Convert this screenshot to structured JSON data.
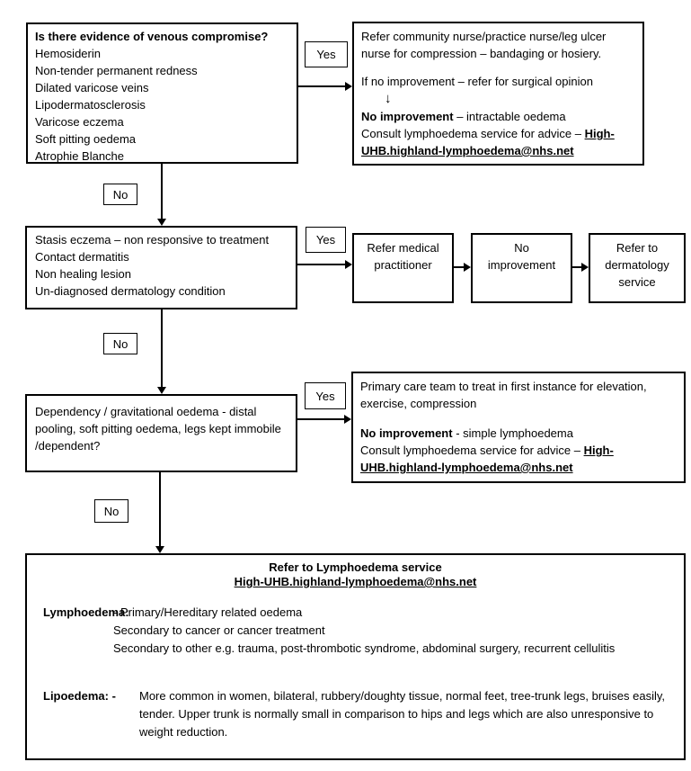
{
  "page": {
    "background": "#ffffff",
    "line_color": "#000000",
    "text_color": "#000000"
  },
  "flowchart": {
    "venous": {
      "title": "Is there evidence of venous compromise?",
      "items": [
        "Hemosiderin",
        "Non-tender permanent redness",
        "Dilated varicose veins",
        "Lipodermatosclerosis",
        "Varicose eczema",
        "Soft pitting oedema",
        "Atrophie Blanche"
      ]
    },
    "labels": {
      "yes1": "Yes",
      "no1": "No",
      "yes2": "Yes",
      "no2": "No",
      "yes3": "Yes",
      "no3": "No"
    },
    "referral_venous": {
      "p1": "Refer community nurse/practice nurse/leg ulcer nurse for compression – bandaging or hosiery.",
      "p2": "If no improvement – refer for surgical opinion",
      "down_arrow": "↓",
      "no_improvement_bold": "No improvement",
      "no_improvement_rest": " – intractable oedema",
      "consult_prefix": "Consult lymphoedema service for advice – ",
      "email": "High-UHB.highland-lymphoedema@nhs.net"
    },
    "dermatology_q": {
      "lines": [
        "Stasis eczema – non responsive to treatment",
        "Contact dermatitis",
        "Non healing lesion",
        "Un-diagnosed dermatology condition"
      ]
    },
    "refer_medical": {
      "lines": [
        "Refer medical",
        "practitioner"
      ]
    },
    "no_improvement_step": {
      "lines": [
        "No",
        "improvement"
      ]
    },
    "refer_dermatology": {
      "lines": [
        "Refer to",
        "dermatology",
        "service"
      ]
    },
    "dependency_q": {
      "text": "Dependency / gravitational oedema - distal pooling, soft pitting oedema, legs kept immobile /dependent?"
    },
    "primary_care": {
      "p1": "Primary care team to treat in first instance for elevation, exercise, compression",
      "no_improvement_bold": "No improvement",
      "no_improvement_rest": " - simple lymphoedema",
      "consult_prefix": "Consult lymphoedema service for advice – ",
      "email": "High-UHB.highland-lymphoedema@nhs.net"
    },
    "lymphoedema_service": {
      "title": "Refer to Lymphoedema service",
      "email": "High-UHB.highland-lymphoedema@nhs.net",
      "lymphoedema_label": "Lymphoedema:",
      "lymphoedema_items": [
        "- Primary/Hereditary related oedema",
        "Secondary to cancer or cancer treatment",
        "Secondary to other e.g. trauma, post-thrombotic syndrome, abdominal surgery, recurrent cellulitis"
      ],
      "lipoedema_label": "Lipoedema: -",
      "lipoedema_text": "More common in women, bilateral, rubbery/doughty tissue, normal feet, tree-trunk legs, bruises easily, tender. Upper trunk is normally small in comparison to hips and legs which are also unresponsive to weight reduction."
    }
  }
}
